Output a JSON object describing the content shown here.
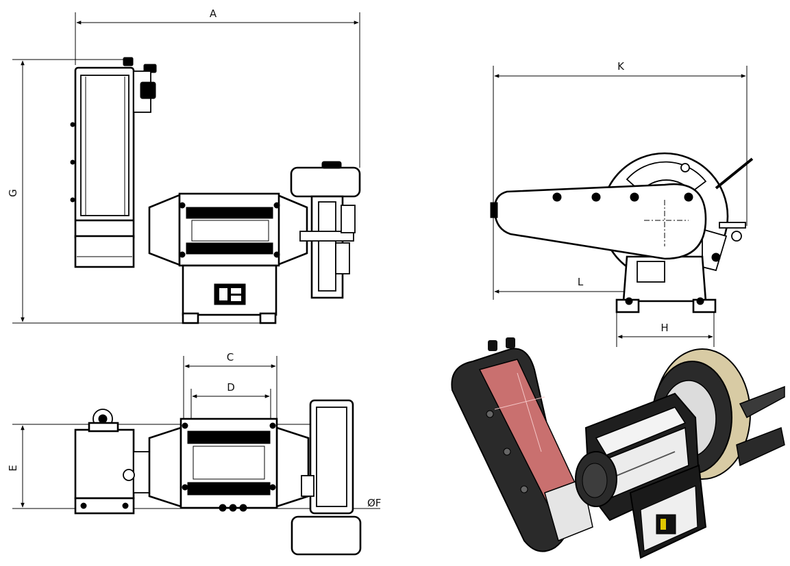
{
  "dimensions": {
    "a": "A",
    "c": "C",
    "d": "D",
    "e": "E",
    "f": "ØF",
    "g": "G",
    "h": "H",
    "k": "K",
    "l": "L"
  },
  "render": {
    "belt_color": "#c9706f",
    "wheel_color": "#d8cba4",
    "body_color": "#1f1f1f",
    "line_color": "#000000"
  }
}
